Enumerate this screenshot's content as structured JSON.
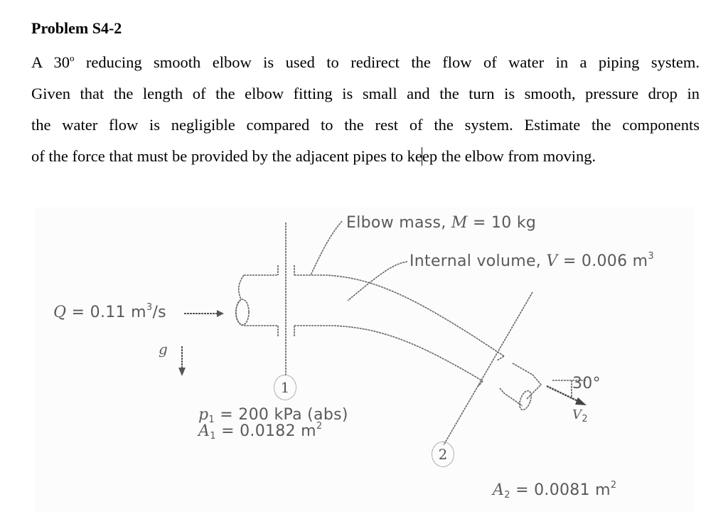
{
  "problem": {
    "title": "Problem S4-2",
    "lines": [
      "A 30° reducing smooth elbow is used to redirect the flow of water in a piping system.",
      "Given that the length of the elbow fitting is small and the turn is smooth, pressure drop in",
      "the water flow is negligible compared to the rest of the system. Estimate the components",
      "of the force that must be provided by the adjacent pipes to keep the elbow from moving."
    ],
    "line1_parts": {
      "a": "A 30",
      "deg": "o",
      "b": " reducing smooth elbow is used to redirect the flow of water in a piping system."
    },
    "line4_parts": {
      "a": "of the force that must be provided by the adjacent pipes to ke",
      "b": "ep the elbow from moving."
    }
  },
  "figure": {
    "flow_rate": {
      "symbol": "Q",
      "value": "= 0.11 m",
      "exp": "3",
      "unit_tail": "/s"
    },
    "gravity": {
      "symbol": "g"
    },
    "elbow_mass": {
      "prefix": "Elbow mass, ",
      "symbol": "M",
      "value": " = 10 kg"
    },
    "internal_volume": {
      "prefix": "Internal volume, ",
      "symbol": "V",
      "value": " = 0.006 m",
      "exp": "3"
    },
    "section1": {
      "marker": "1",
      "pressure_symbol": "p",
      "pressure_sub": "1",
      "pressure_value": " = 200 kPa (abs)",
      "area_symbol": "A",
      "area_sub": "1",
      "area_value": " = 0.0182 m",
      "area_exp": "2"
    },
    "section2": {
      "marker": "2",
      "area_symbol": "A",
      "area_sub": "2",
      "area_value": " = 0.0081 m",
      "area_exp": "2"
    },
    "outlet": {
      "angle": "30°",
      "velocity_symbol": "V",
      "velocity_sub": "2"
    }
  }
}
